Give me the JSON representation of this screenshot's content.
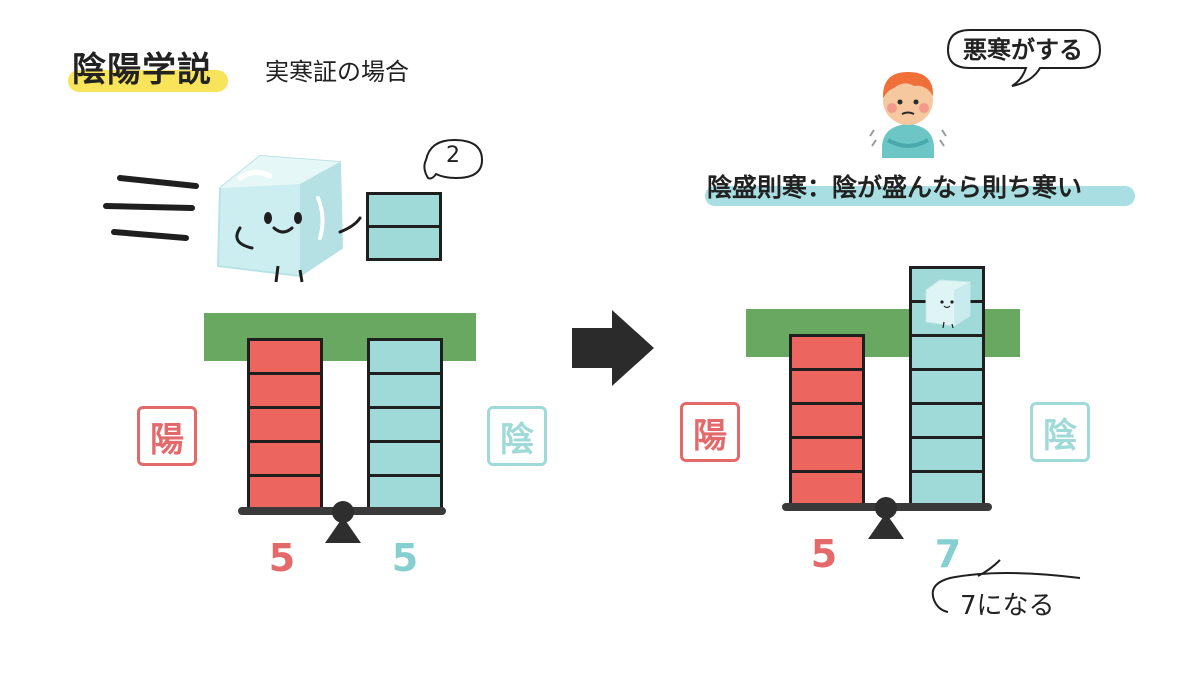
{
  "header": {
    "title": "陰陽学説",
    "subtitle": "実寒証の場合"
  },
  "left_scale": {
    "yang_label": "陽",
    "yin_label": "陰",
    "yang_count": "5",
    "yin_count": "5",
    "yang_blocks": 5,
    "yin_blocks": 5
  },
  "incoming": {
    "bubble_text": "2",
    "blocks": 2
  },
  "right_scale": {
    "yang_label": "陽",
    "yin_label": "陰",
    "yang_count": "5",
    "yin_count": "7",
    "yang_blocks": 5,
    "yin_blocks": 7
  },
  "person": {
    "speech": "悪寒がする"
  },
  "rule": {
    "text": "陰盛則寒：陰が盛んなら則ち寒い"
  },
  "note": {
    "text": "7になる"
  },
  "colors": {
    "yang": "#ec655f",
    "yin": "#9fd9d8",
    "beam": "#69a860",
    "highlight_title": "#f8e45a",
    "highlight_rule": "#a9dfe2"
  }
}
